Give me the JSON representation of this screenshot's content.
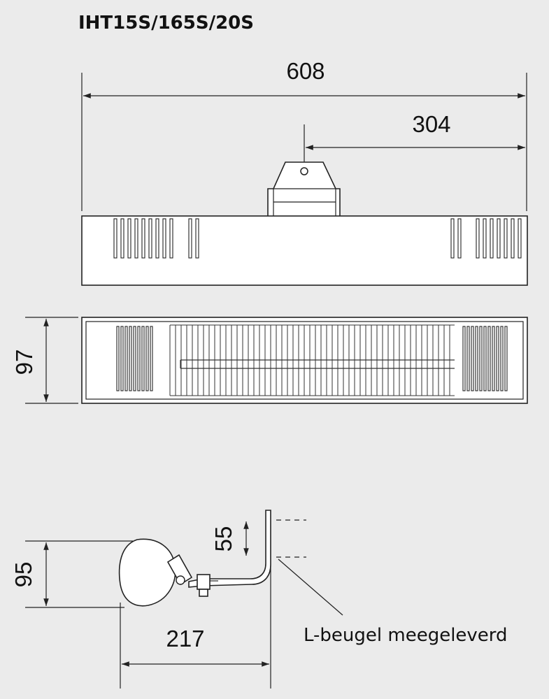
{
  "title": "IHT15S/165S/20S",
  "dimensions": {
    "total_width": "608",
    "half_width": "304",
    "height_front": "97",
    "bracket_gap": "55",
    "side_height": "95",
    "side_depth": "217"
  },
  "note": "L-beugel meegeleverd"
}
